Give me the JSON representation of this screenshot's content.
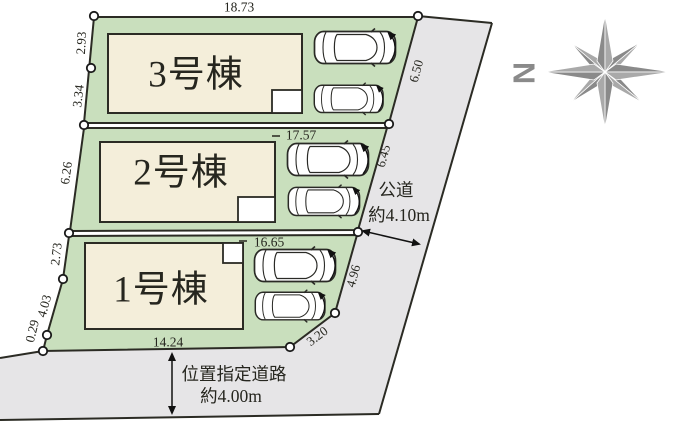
{
  "plan": {
    "buildings": [
      {
        "label": "1号棟"
      },
      {
        "label": "2号棟"
      },
      {
        "label": "3号棟"
      }
    ],
    "dimensions": {
      "top_frontage": "18.73",
      "lot2_frontage": "17.57",
      "lot1_frontage": "16.65",
      "bottom_frontage": "14.24",
      "left_edge": [
        "2.93",
        "3.34",
        "6.26",
        "2.73",
        "4.03",
        "0.29"
      ],
      "right_edge": [
        "6.50",
        "6.45",
        "4.96",
        "3.20"
      ]
    },
    "roads": {
      "east": {
        "name": "公道",
        "width": "約4.10m"
      },
      "south": {
        "name": "位置指定道路",
        "width": "約4.00m"
      }
    },
    "compass": {
      "north": "N"
    },
    "colors": {
      "lot_green": "#c9dfbd",
      "building_cream": "#f4eeda",
      "road_gray": "#e6e5e7",
      "outline": "#2b2b24",
      "compass_gray": "#8a8a8a"
    }
  }
}
